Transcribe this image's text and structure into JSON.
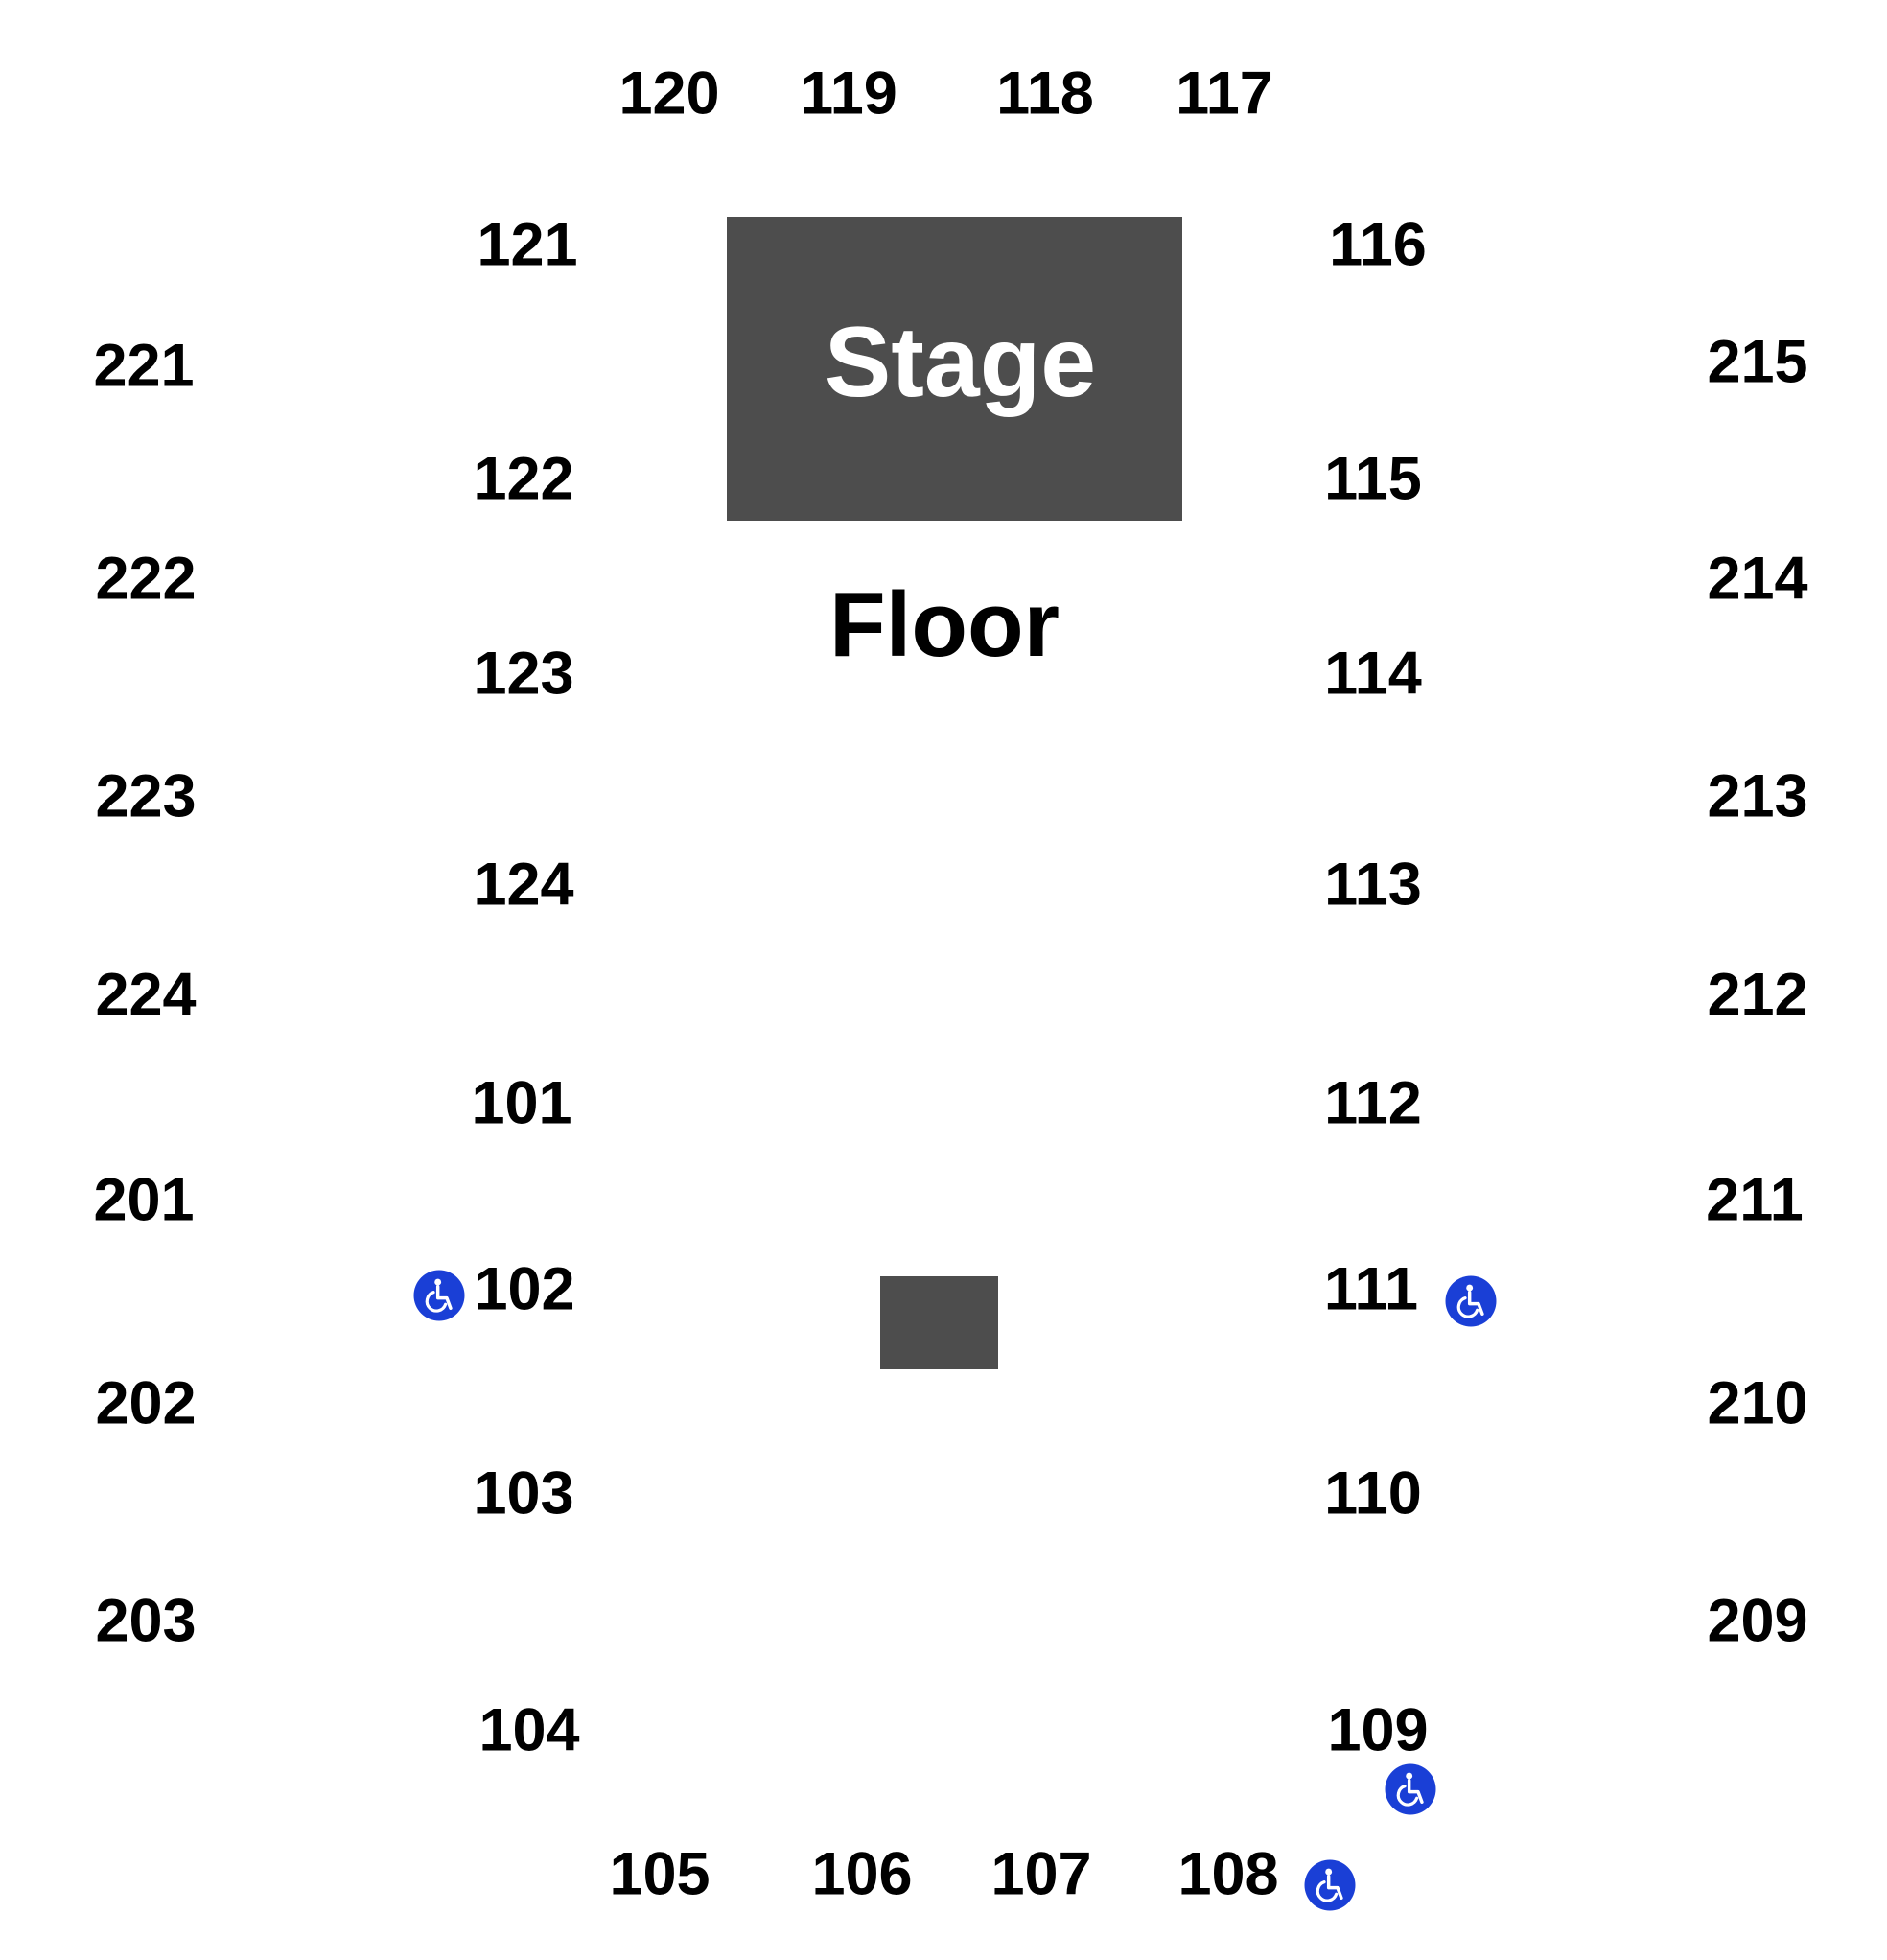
{
  "venue": {
    "stage_label": "Stage",
    "floor_label": "Floor"
  },
  "sections_lower_top": [
    "120",
    "119",
    "118",
    "117"
  ],
  "sections_lower_left": [
    "121",
    "122",
    "123",
    "124",
    "101",
    "102",
    "103",
    "104"
  ],
  "sections_lower_right": [
    "116",
    "115",
    "114",
    "113",
    "112",
    "111",
    "110",
    "109"
  ],
  "sections_lower_bottom": [
    "105",
    "106",
    "107",
    "108"
  ],
  "sections_upper_left": [
    "221",
    "222",
    "223",
    "224",
    "201",
    "202",
    "203"
  ],
  "sections_upper_right": [
    "215",
    "214",
    "213",
    "212",
    "211",
    "210",
    "209"
  ],
  "accessibility": {
    "icon": "wheelchair-icon",
    "color": "#1a3fd6",
    "near_sections": [
      "102",
      "111",
      "109",
      "108"
    ]
  },
  "colors": {
    "stage": "#4d4d4d",
    "labels": "#000000"
  }
}
